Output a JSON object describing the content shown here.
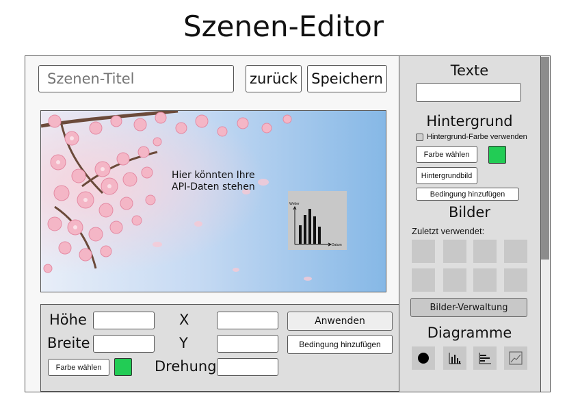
{
  "app": {
    "title": "Szenen-Editor"
  },
  "header": {
    "scene_title_placeholder": "Szenen-Titel",
    "back_label": "zurück",
    "save_label": "Speichern"
  },
  "preview": {
    "text_line1": "Hier könnten Ihre",
    "text_line2": "API-Daten stehen",
    "chart_ylabel": "Wetter",
    "chart_xlabel": "Datum"
  },
  "properties": {
    "height_label": "Höhe",
    "width_label": "Breite",
    "x_label": "X",
    "y_label": "Y",
    "rotation_label": "Drehung",
    "apply_label": "Anwenden",
    "add_condition_label": "Bedingung hinzufügen",
    "pick_color_label": "Farbe wählen",
    "color": "#22cc55"
  },
  "sidebar": {
    "texts_title": "Texte",
    "background_title": "Hintergrund",
    "use_bg_color_label": "Hintergrund-Farbe verwenden",
    "pick_color_label": "Farbe wählen",
    "bg_color": "#22cc55",
    "bg_image_label": "Hintergrundbild",
    "add_condition_label": "Bedingung hinzufügen",
    "images_title": "Bilder",
    "recent_label": "Zuletzt verwendet:",
    "image_manager_label": "Bilder-Verwaltung",
    "charts_title": "Diagramme",
    "chart_types": [
      "pie-chart-icon",
      "bar-chart-icon",
      "horizontal-bar-chart-icon",
      "line-chart-icon"
    ]
  }
}
